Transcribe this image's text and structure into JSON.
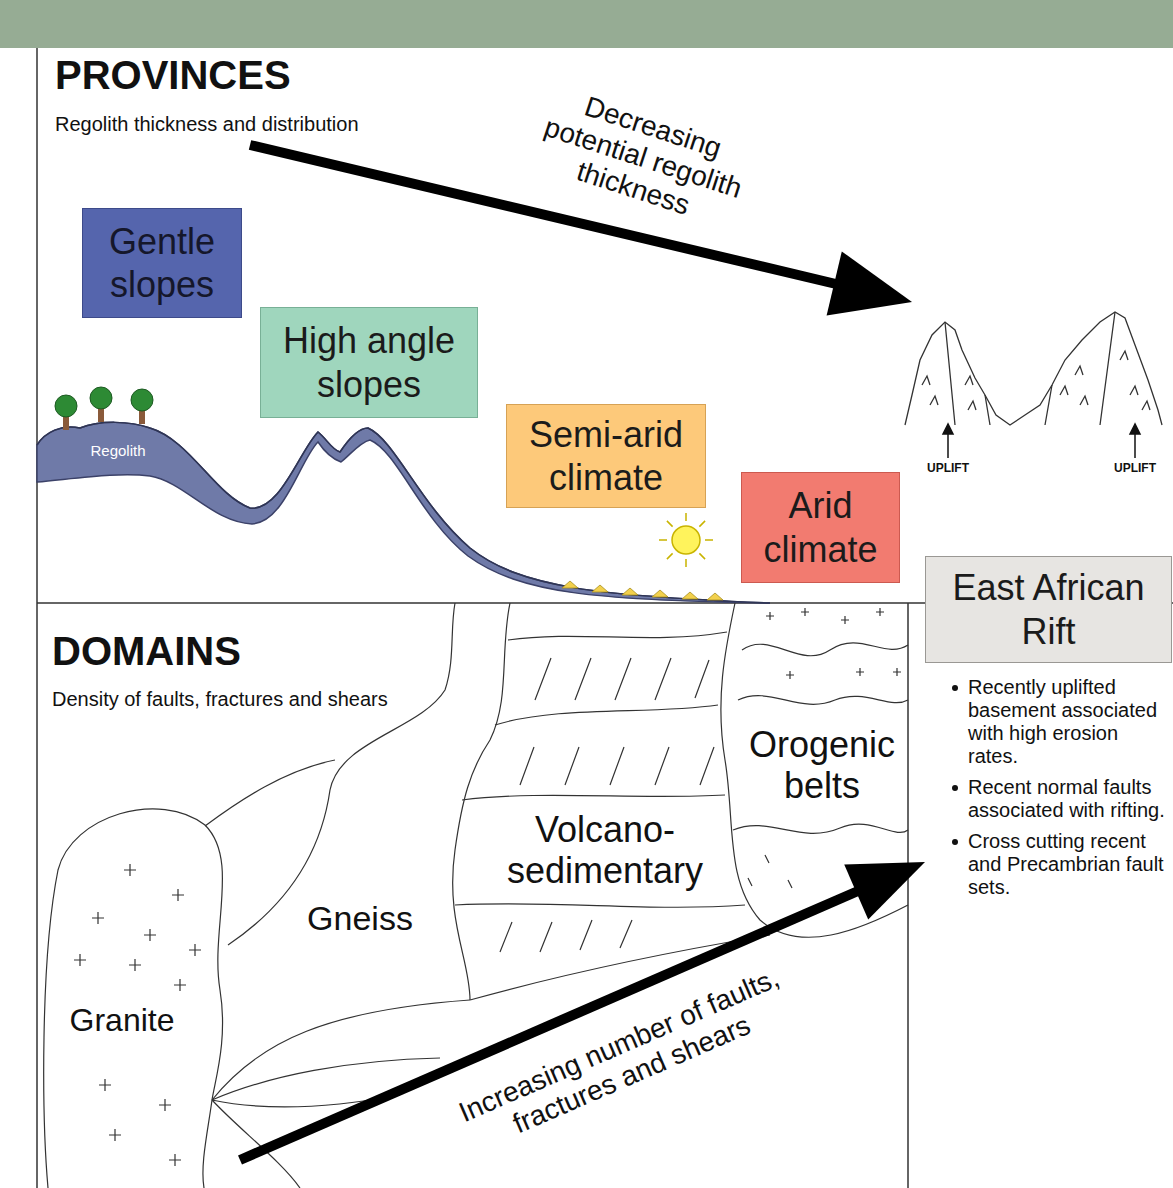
{
  "diagram": {
    "nodes": [
      {
        "text": [
          "Gentle slopes"
        ]
      },
      {
        "text": [
          "High angle slopes"
        ]
      },
      {
        "text": [
          "Semi-arid climate"
        ]
      },
      {
        "text": [
          "Arid climate"
        ]
      },
      {
        "text": [
          "East African Rift"
        ]
      }
    ],
    "labels": [
      "PROVINCES",
      "Regolith thickness and distribution",
      "Decreasing potential regolith thickness",
      "Regolith",
      "UPLIFT",
      "UPLIFT",
      "DOMAINS",
      "Density of faults, fractures and shears",
      "Orogenic belts",
      "Volcano- sedimentary",
      "Gneiss",
      "Granite",
      "Increasing number of faults, fractures and shears",
      "Recently uplifted basement associated with high erosion rates.",
      "Recent normal faults associated with rifting.",
      "Cross cutting recent and Precambrian fault sets."
    ]
  }
}
